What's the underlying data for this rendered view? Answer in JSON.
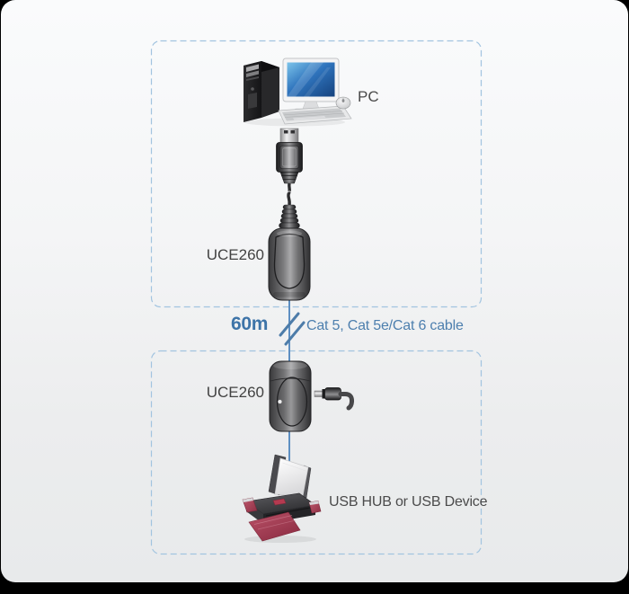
{
  "diagram": {
    "top_zone": {
      "pc_label": "PC",
      "device_label": "UCE260"
    },
    "link": {
      "distance": "60m",
      "cable_type": "Cat 5, Cat 5e/Cat 6 cable"
    },
    "bottom_zone": {
      "device_label": "UCE260",
      "endpoint_label": "USB HUB or USB Device"
    },
    "illustrations": {
      "pc": "desktop tower, monitor, keyboard, mouse",
      "usb_plug": "USB Type-A plug with cable into local extender unit",
      "cable_break": "double-slash cable break mark",
      "remote_unit": "remote extender unit with USB connector plug",
      "printer": "portable printer with red output sheet"
    },
    "colors": {
      "page_background": "#000000",
      "card_background_top": "#fafbfc",
      "card_background_bottom": "#e8eaeb",
      "dashed_border": "#a2c4e0",
      "cable_line": "#5e8fc2",
      "distance_text": "#3d74a8",
      "cable_text": "#4d7fae",
      "label_text": "#4a4a4a"
    }
  }
}
